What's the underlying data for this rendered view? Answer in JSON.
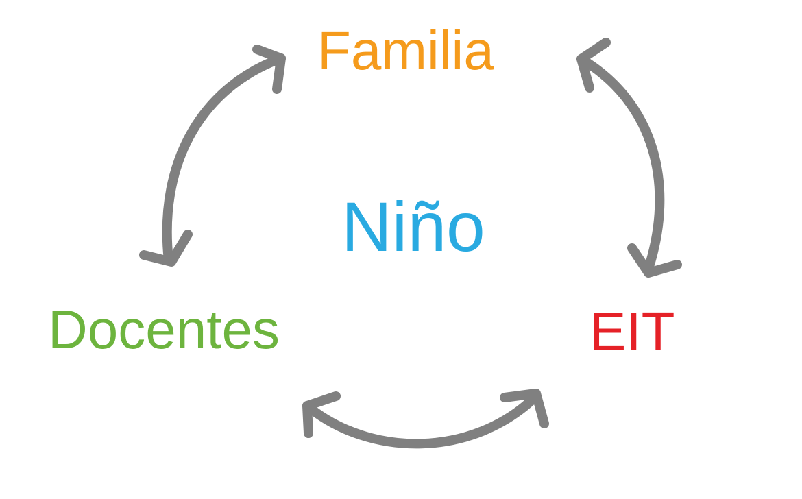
{
  "diagram": {
    "nodes": {
      "familia": {
        "label": "Familia",
        "color": "#f59b1c"
      },
      "nino": {
        "label": "Niño",
        "color": "#29aae1"
      },
      "docentes": {
        "label": "Docentes",
        "color": "#6db43e"
      },
      "eit": {
        "label": "EIT",
        "color": "#e52127"
      }
    },
    "arrow_color": "#808080",
    "connections": [
      {
        "between": [
          "Familia",
          "Docentes"
        ],
        "direction": "bidirectional"
      },
      {
        "between": [
          "Familia",
          "EIT"
        ],
        "direction": "bidirectional"
      },
      {
        "between": [
          "Docentes",
          "EIT"
        ],
        "direction": "bidirectional"
      }
    ]
  }
}
